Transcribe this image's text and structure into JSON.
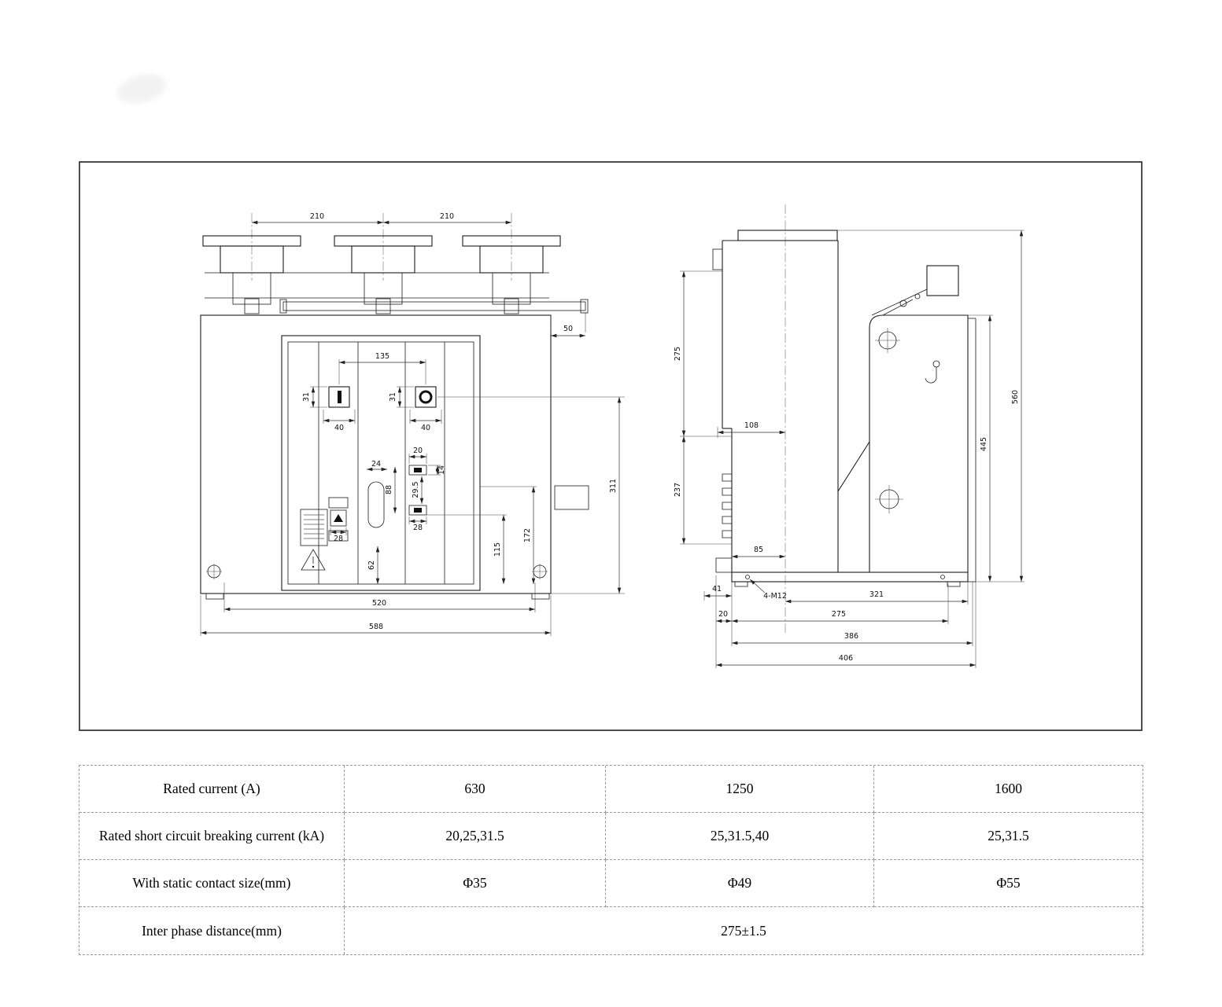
{
  "drawing": {
    "front": {
      "dim_210_left": "210",
      "dim_210_right": "210",
      "dim_50": "50",
      "dim_135": "135",
      "dim_31_left": "31",
      "dim_31_right": "31",
      "dim_40_left": "40",
      "dim_40_right": "40",
      "dim_20": "20",
      "dim_24": "24",
      "dim_14": "14",
      "dim_29_5": "29.5",
      "dim_88": "88",
      "dim_28_upper": "28",
      "dim_28_lower": "28",
      "dim_62": "62",
      "dim_115": "115",
      "dim_172": "172",
      "dim_311": "311",
      "dim_520": "520",
      "dim_588": "588"
    },
    "side": {
      "dim_275_upper": "275",
      "dim_237": "237",
      "dim_108": "108",
      "dim_85": "85",
      "dim_41": "41",
      "dim_bolt": "4-M12",
      "dim_321": "321",
      "dim_20": "20",
      "dim_275_lower": "275",
      "dim_386": "386",
      "dim_406": "406",
      "dim_445": "445",
      "dim_560": "560"
    }
  },
  "table": {
    "rows": [
      {
        "label": "Rated current (A)",
        "c1": "630",
        "c2": "1250",
        "c3": "1600"
      },
      {
        "label": "Rated short circuit breaking current (kA)",
        "c1": "20,25,31.5",
        "c2": "25,31.5,40",
        "c3": "25,31.5"
      },
      {
        "label": "With static contact size(mm)",
        "c1": "Φ35",
        "c2": "Φ49",
        "c3": "Φ55"
      },
      {
        "label": "Inter phase distance(mm)",
        "value": "275±1.5"
      }
    ]
  }
}
